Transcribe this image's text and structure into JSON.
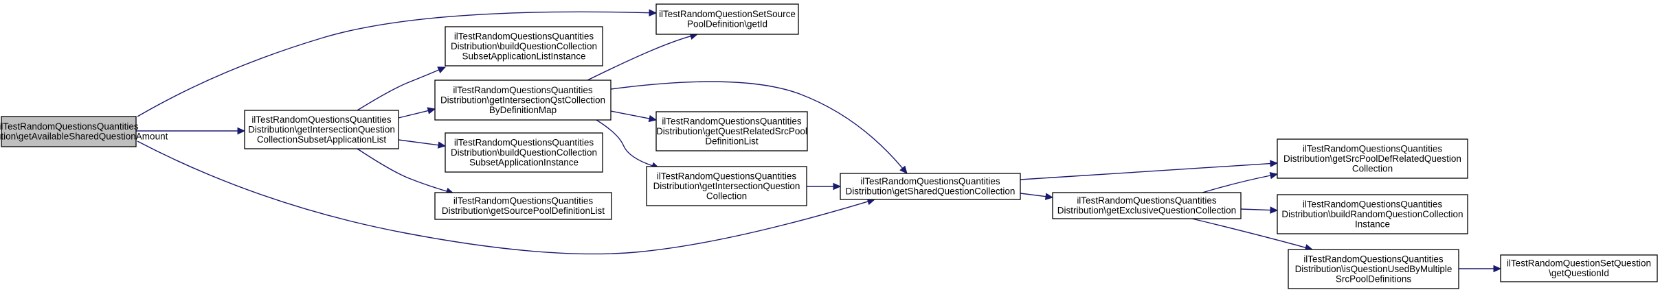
{
  "diagram": {
    "nodes": [
      {
        "id": "root",
        "lines": [
          "ilTestRandomQuestionsQuantities",
          "Distribution\\getAvailableSharedQuestionAmount"
        ],
        "highlighted": true
      },
      {
        "id": "getIntersectionQuestionCollectionSubsetApplicationList",
        "lines": [
          "ilTestRandomQuestionsQuantities",
          "Distribution\\getIntersectionQuestion",
          "CollectionSubsetApplicationList"
        ]
      },
      {
        "id": "getId",
        "lines": [
          "ilTestRandomQuestionSetSource",
          "PoolDefinition\\getId"
        ]
      },
      {
        "id": "buildQuestionCollectionSubsetApplicationListInstance",
        "lines": [
          "ilTestRandomQuestionsQuantities",
          "Distribution\\buildQuestionCollection",
          "SubsetApplicationListInstance"
        ]
      },
      {
        "id": "getIntersectionQstCollectionByDefinitionMap",
        "lines": [
          "ilTestRandomQuestionsQuantities",
          "Distribution\\getIntersectionQstCollection",
          "ByDefinitionMap"
        ]
      },
      {
        "id": "buildQuestionCollectionSubsetApplicationInstance",
        "lines": [
          "ilTestRandomQuestionsQuantities",
          "Distribution\\buildQuestionCollection",
          "SubsetApplicationInstance"
        ]
      },
      {
        "id": "getSourcePoolDefinitionList",
        "lines": [
          "ilTestRandomQuestionsQuantities",
          "Distribution\\getSourcePoolDefinitionList"
        ]
      },
      {
        "id": "getQuestRelatedSrcPoolDefinitionList",
        "lines": [
          "ilTestRandomQuestionsQuantities",
          "Distribution\\getQuestRelatedSrcPool",
          "DefinitionList"
        ]
      },
      {
        "id": "getIntersectionQuestionCollection",
        "lines": [
          "ilTestRandomQuestionsQuantities",
          "Distribution\\getIntersectionQuestion",
          "Collection"
        ]
      },
      {
        "id": "getSharedQuestionCollection",
        "lines": [
          "ilTestRandomQuestionsQuantities",
          "Distribution\\getSharedQuestionCollection"
        ]
      },
      {
        "id": "getExclusiveQuestionCollection",
        "lines": [
          "ilTestRandomQuestionsQuantities",
          "Distribution\\getExclusiveQuestionCollection"
        ]
      },
      {
        "id": "getSrcPoolDefRelatedQuestionCollection",
        "lines": [
          "ilTestRandomQuestionsQuantities",
          "Distribution\\getSrcPoolDefRelatedQuestion",
          "Collection"
        ]
      },
      {
        "id": "buildRandomQuestionCollectionInstance",
        "lines": [
          "ilTestRandomQuestionsQuantities",
          "Distribution\\buildRandomQuestionCollection",
          "Instance"
        ]
      },
      {
        "id": "isQuestionUsedByMultipleSrcPoolDefinitions",
        "lines": [
          "ilTestRandomQuestionsQuantities",
          "Distribution\\isQuestionUsedByMultiple",
          "SrcPoolDefinitions"
        ]
      },
      {
        "id": "getQuestionId",
        "lines": [
          "ilTestRandomQuestionSetQuestion",
          "\\getQuestionId"
        ]
      }
    ],
    "edges": [
      {
        "from": "root",
        "to": "getId"
      },
      {
        "from": "root",
        "to": "getIntersectionQuestionCollectionSubsetApplicationList"
      },
      {
        "from": "root",
        "to": "getSharedQuestionCollection"
      },
      {
        "from": "getIntersectionQuestionCollectionSubsetApplicationList",
        "to": "buildQuestionCollectionSubsetApplicationListInstance"
      },
      {
        "from": "getIntersectionQuestionCollectionSubsetApplicationList",
        "to": "getIntersectionQstCollectionByDefinitionMap"
      },
      {
        "from": "getIntersectionQuestionCollectionSubsetApplicationList",
        "to": "buildQuestionCollectionSubsetApplicationInstance"
      },
      {
        "from": "getIntersectionQuestionCollectionSubsetApplicationList",
        "to": "getSourcePoolDefinitionList"
      },
      {
        "from": "getIntersectionQstCollectionByDefinitionMap",
        "to": "getId"
      },
      {
        "from": "getIntersectionQstCollectionByDefinitionMap",
        "to": "getQuestRelatedSrcPoolDefinitionList"
      },
      {
        "from": "getIntersectionQstCollectionByDefinitionMap",
        "to": "getIntersectionQuestionCollection"
      },
      {
        "from": "getIntersectionQstCollectionByDefinitionMap",
        "to": "getSharedQuestionCollection"
      },
      {
        "from": "getIntersectionQuestionCollection",
        "to": "getSharedQuestionCollection"
      },
      {
        "from": "getSharedQuestionCollection",
        "to": "getExclusiveQuestionCollection"
      },
      {
        "from": "getSharedQuestionCollection",
        "to": "getSrcPoolDefRelatedQuestionCollection"
      },
      {
        "from": "getExclusiveQuestionCollection",
        "to": "getSrcPoolDefRelatedQuestionCollection"
      },
      {
        "from": "getExclusiveQuestionCollection",
        "to": "buildRandomQuestionCollectionInstance"
      },
      {
        "from": "getExclusiveQuestionCollection",
        "to": "isQuestionUsedByMultipleSrcPoolDefinitions"
      },
      {
        "from": "isQuestionUsedByMultipleSrcPoolDefinitions",
        "to": "getQuestionId"
      }
    ],
    "colors": {
      "edge": "#191970",
      "node_border": "#000000",
      "root_fill": "#bfbfbf",
      "node_fill": "#ffffff"
    }
  }
}
